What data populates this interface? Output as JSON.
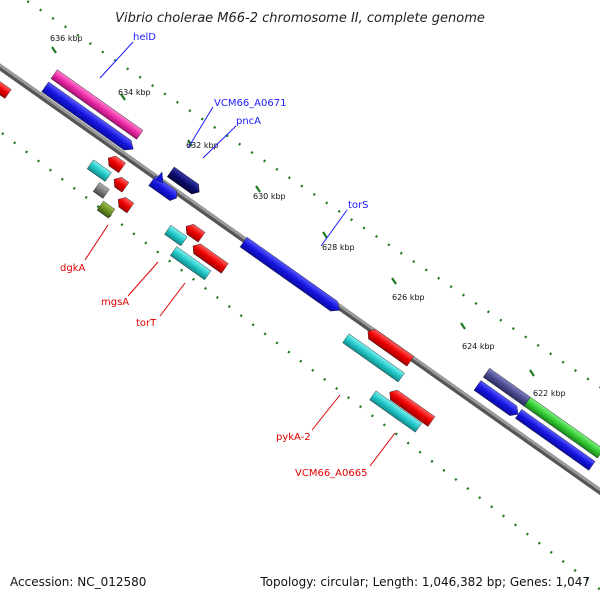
{
  "title": "Vibrio cholerae M66-2 chromosome II, complete genome",
  "footer": {
    "accession": "Accession: NC_012580",
    "topology": "Topology: circular; Length: 1,046,382 bp; Genes: 1,047"
  },
  "ticks": [
    "636 kbp",
    "634 kbp",
    "632 kbp",
    "630 kbp",
    "628 kbp",
    "626 kbp",
    "624 kbp",
    "622 kbp"
  ],
  "labels": {
    "forward": [
      "helD",
      "VCM66_A0671",
      "pncA",
      "torS"
    ],
    "reverse": [
      "dgkA",
      "mgsA",
      "torT",
      "pykA-2",
      "VCM66_A0665"
    ]
  },
  "colors": {
    "forward_label": "#1a1aff",
    "reverse_label": "#e00000",
    "backbone": "#8a8a8a",
    "dots": "#1f7a1f",
    "cds_blue": "#1515e0",
    "cds_red": "#ee0000",
    "cds_cyan": "#22c8c8",
    "cds_magenta": "#ee2aa8",
    "cds_navy": "#0c0c70",
    "cds_purple": "#4a4a90",
    "cds_green": "#33cc33",
    "cds_olive": "#6b8e23",
    "cds_grey": "#7a7a7a"
  }
}
